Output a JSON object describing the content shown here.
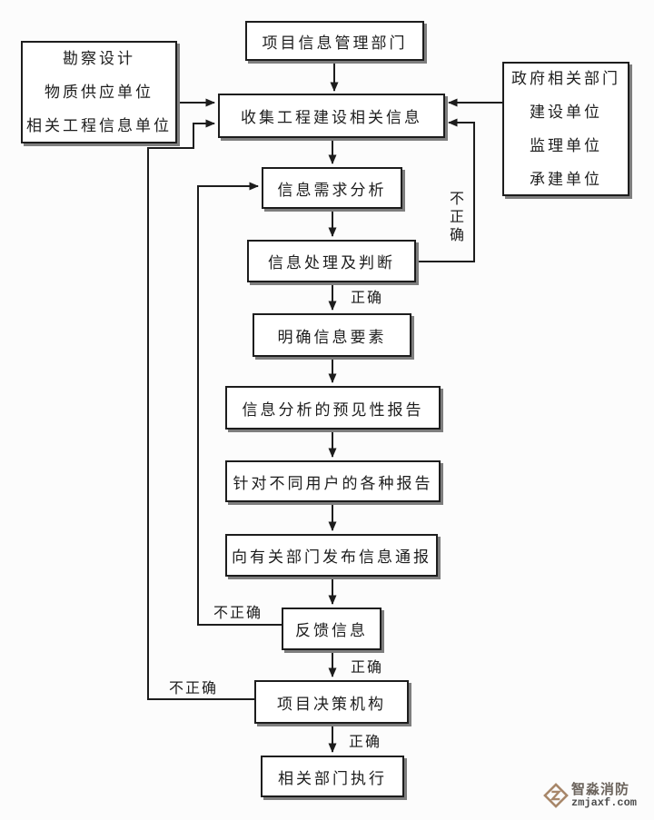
{
  "theme": {
    "line_color": "#1d1d1d",
    "box_shadow_color": "#7e7e7e",
    "background": "#fcfcfc"
  },
  "nodes": {
    "top": {
      "label": "项目信息管理部门"
    },
    "left_sources": {
      "lines": [
        "勘察设计",
        "物质供应单位",
        "相关工程信息单位"
      ]
    },
    "right_sources": {
      "lines": [
        "政府相关部门",
        "建设单位",
        "监理单位",
        "承建单位"
      ]
    },
    "collect": {
      "label": "收集工程建设相关信息"
    },
    "demand": {
      "label": "信息需求分析"
    },
    "process": {
      "label": "信息处理及判断"
    },
    "clarify": {
      "label": "明确信息要素"
    },
    "predict": {
      "label": "信息分析的预见性报告"
    },
    "reports": {
      "label": "针对不同用户的各种报告"
    },
    "notify": {
      "label": "向有关部门发布信息通报"
    },
    "feedback": {
      "label": "反馈信息"
    },
    "decision": {
      "label": "项目决策机构"
    },
    "execute": {
      "label": "相关部门执行"
    }
  },
  "edge_labels": {
    "correct": "正确",
    "incorrect": "不正确"
  },
  "watermark": {
    "name": "智淼消防",
    "domain": "zmjaxf.com",
    "mark_color": "#a8876a"
  }
}
